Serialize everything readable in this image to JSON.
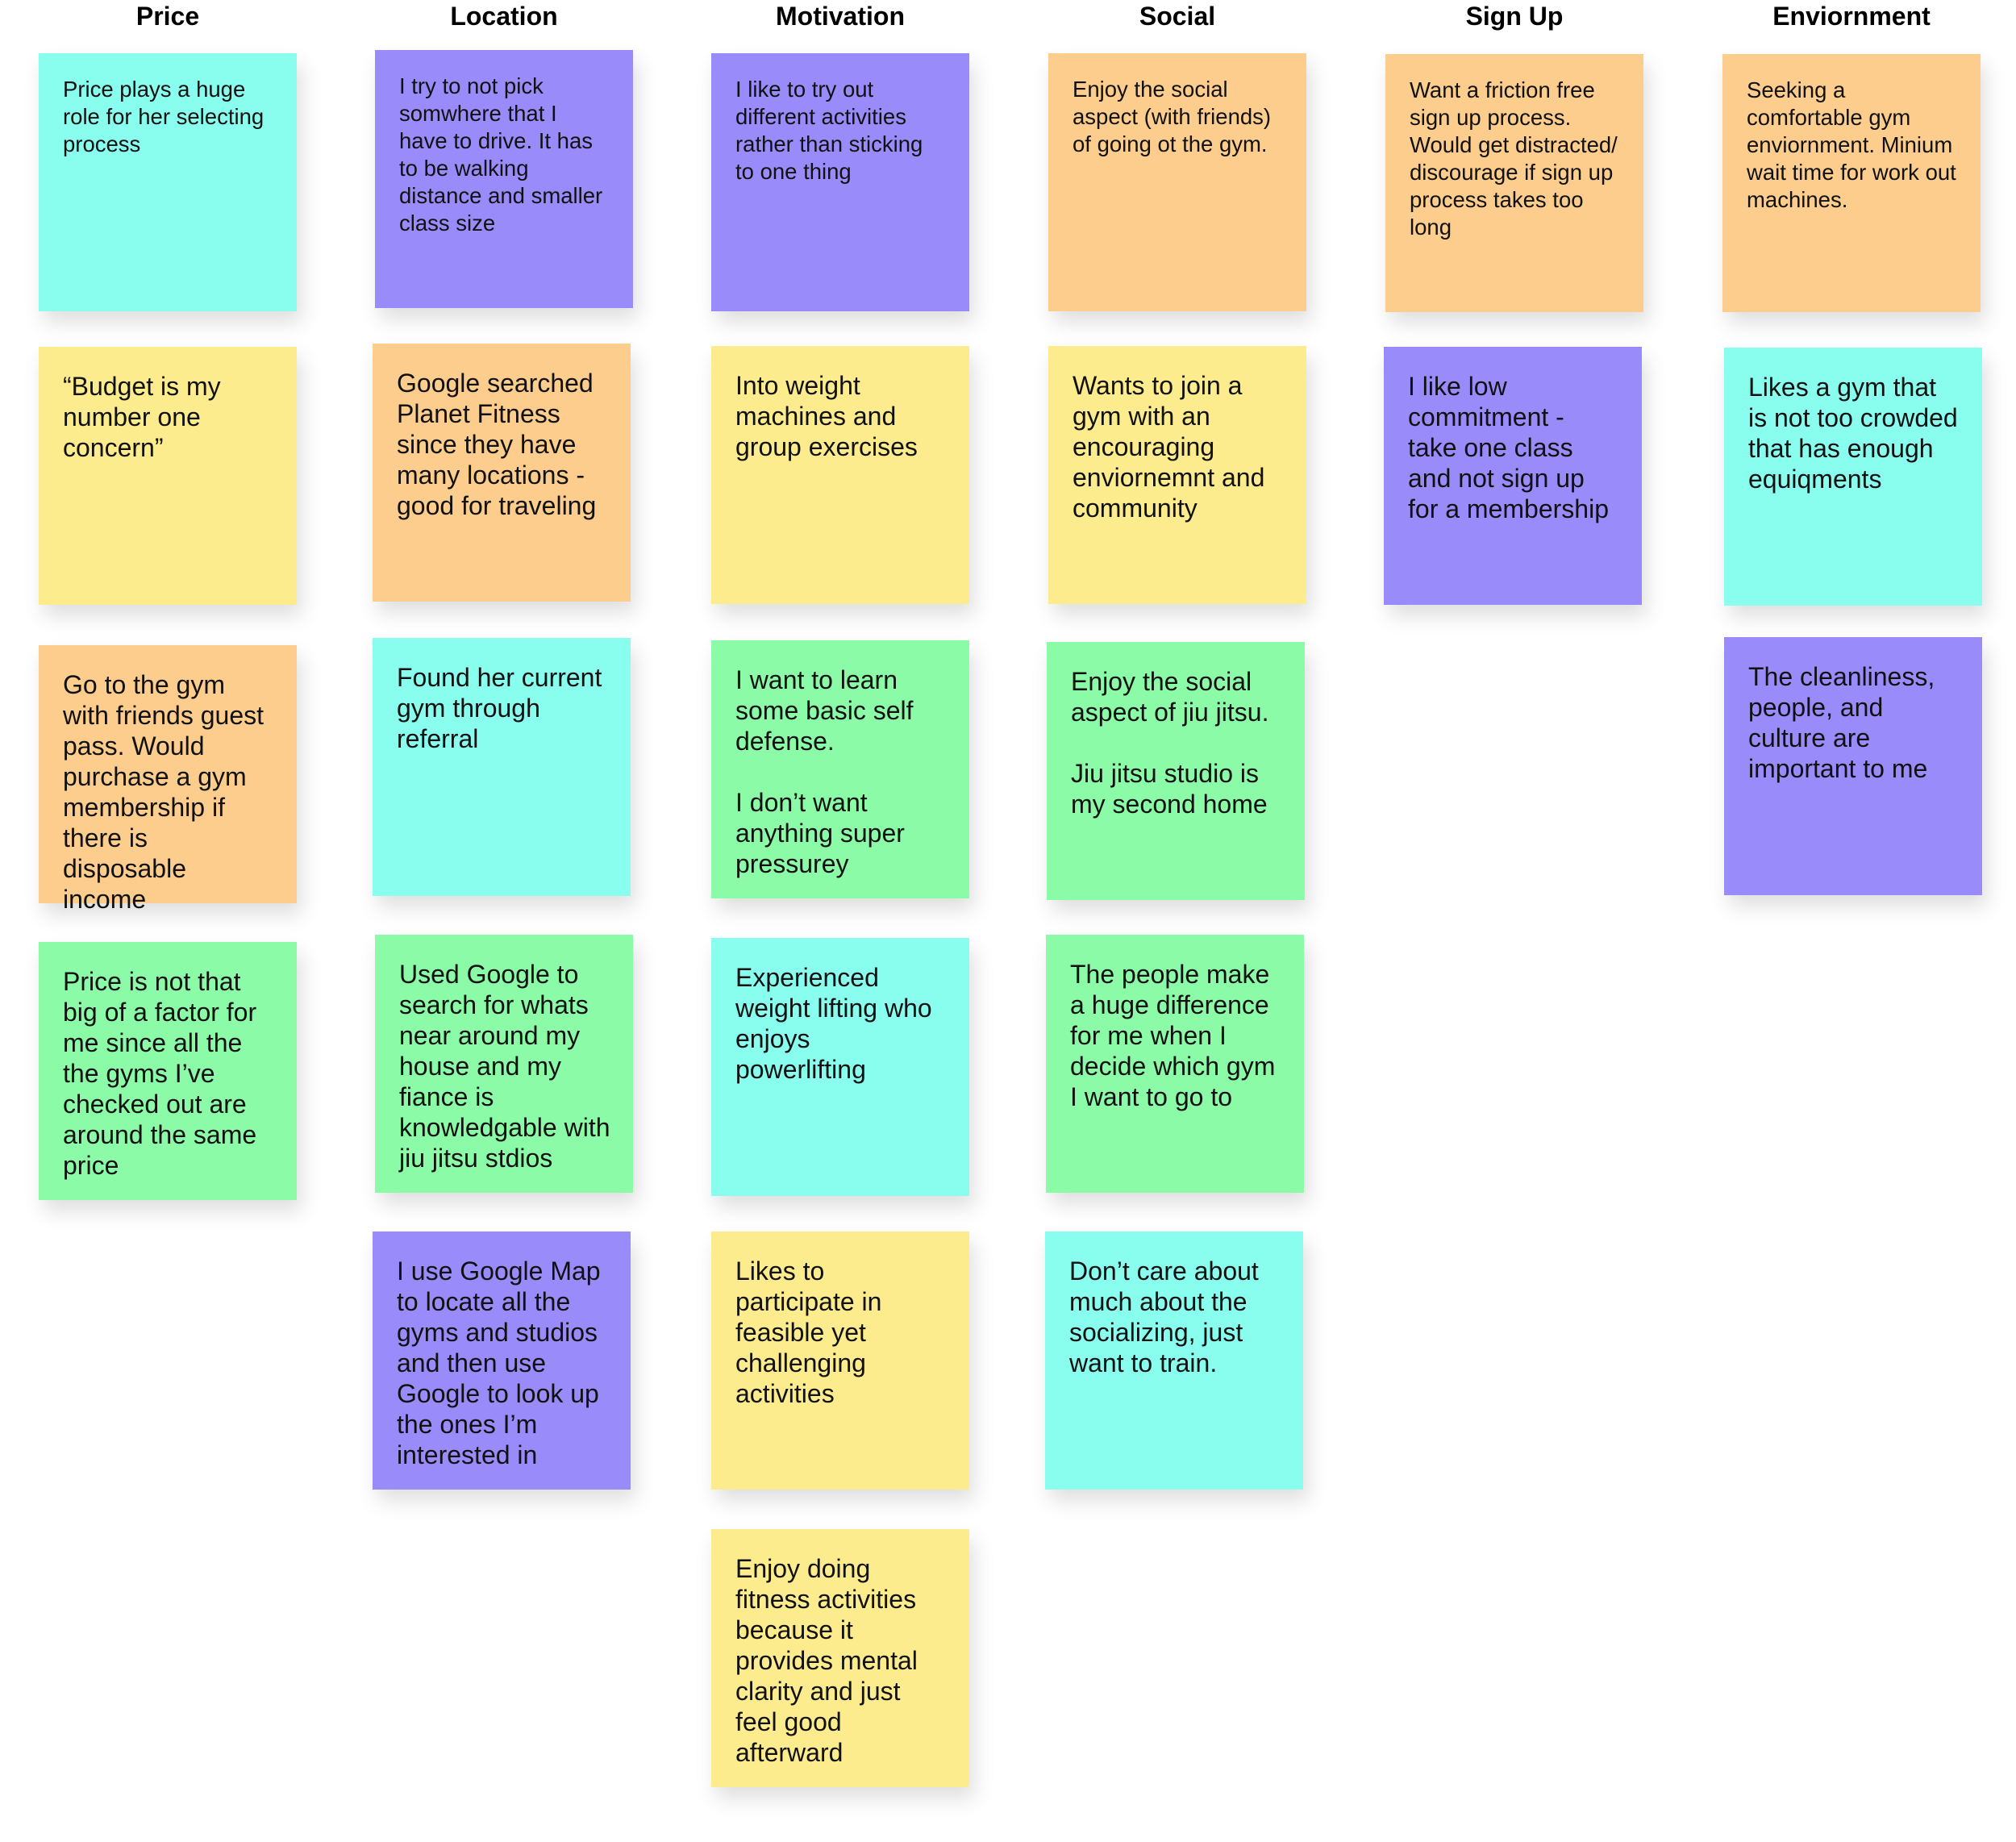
{
  "colors": {
    "cyan": "#89fdee",
    "purple": "#9a8bfb",
    "orange": "#fccd8d",
    "yellow": "#fcec8d",
    "green": "#8bfba8"
  },
  "columns": [
    {
      "header": "Price",
      "notes": [
        {
          "text": "Price plays a huge role for her selecting process",
          "color": "cyan"
        },
        {
          "text": "“Budget is my number one concern”",
          "color": "yellow"
        },
        {
          "text": "Go to the gym with friends guest pass. Would purchase a gym membership if there is disposable income",
          "color": "orange"
        },
        {
          "text": "Price is not that big of a factor for me since all the the gyms I’ve checked out are around the same price",
          "color": "green"
        }
      ]
    },
    {
      "header": "Location",
      "notes": [
        {
          "text": "I try to not pick somwhere that I have to drive. It has to be walking distance and smaller class size",
          "color": "purple"
        },
        {
          "text": "Google searched Planet Fitness since they have many locations - good for traveling",
          "color": "orange"
        },
        {
          "text": "Found her current gym through referral",
          "color": "cyan"
        },
        {
          "text": "Used Google to search for whats near around my house and my fiance is knowledgable with jiu jitsu stdios",
          "color": "green"
        },
        {
          "text": "I use Google Map to locate all the gyms and studios and then use Google to look up the ones I’m interested in",
          "color": "purple"
        }
      ]
    },
    {
      "header": "Motivation",
      "notes": [
        {
          "text": "I like to try out different activities rather than sticking to one thing",
          "color": "purple"
        },
        {
          "text": "Into weight machines and group exercises",
          "color": "yellow"
        },
        {
          "text": "I want to learn some basic self defense.\n\nI don’t want anything super pressurey",
          "color": "green"
        },
        {
          "text": "Experienced weight lifting who enjoys powerlifting",
          "color": "cyan"
        },
        {
          "text": "Likes to participate in feasible yet challenging activities",
          "color": "yellow"
        },
        {
          "text": "Enjoy doing fitness activities because it provides mental clarity and just feel good afterward",
          "color": "yellow"
        }
      ]
    },
    {
      "header": "Social",
      "notes": [
        {
          "text": "Enjoy the social aspect (with friends) of going ot the gym.",
          "color": "orange"
        },
        {
          "text": "Wants to join a gym with an encouraging enviornemnt and community",
          "color": "yellow"
        },
        {
          "text": "Enjoy the social aspect of jiu jitsu.\n\nJiu jitsu studio is my second home",
          "color": "green"
        },
        {
          "text": "The people make a huge difference for me when I decide which gym I want to go to",
          "color": "green"
        },
        {
          "text": "Don’t care about much about the socializing, just want to train.",
          "color": "cyan"
        }
      ]
    },
    {
      "header": "Sign Up",
      "notes": [
        {
          "text": "Want a friction free sign up process. Would get distracted/ discourage if sign up process takes too long",
          "color": "orange"
        },
        {
          "text": "I like low commitment - take one class and not sign up for a membership",
          "color": "purple"
        }
      ]
    },
    {
      "header": "Enviornment",
      "notes": [
        {
          "text": "Seeking a comfortable gym enviornment. Minium wait time for work out machines.",
          "color": "orange"
        },
        {
          "text": "Likes a gym that is not too crowded that has enough equiqments",
          "color": "cyan"
        },
        {
          "text": "The cleanliness, people, and culture are important to me",
          "color": "purple"
        }
      ]
    }
  ]
}
